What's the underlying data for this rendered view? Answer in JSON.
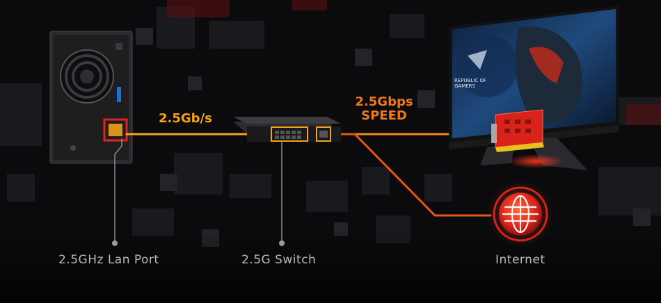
{
  "labels": {
    "lan_port": "2.5GHz Lan Port",
    "switch": "2.5G Switch",
    "internet": "Internet"
  },
  "link": {
    "nas_to_switch": "2.5Gb/s",
    "speed_line1": "2.5Gbps",
    "speed_line2": "SPEED"
  },
  "monitor": {
    "brand_line1": "REPUBLIC OF",
    "brand_line2": "GAMERS"
  },
  "colors": {
    "line_orange": "#f5a21a",
    "line_deep": "#e8570f",
    "highlight_red": "#e2231a",
    "label_gray": "#b9b9b9",
    "background": "#0b0b0d"
  },
  "icons": [
    "nas-device-icon",
    "network-switch-icon",
    "monitor-icon",
    "network-card-icon",
    "globe-icon"
  ]
}
